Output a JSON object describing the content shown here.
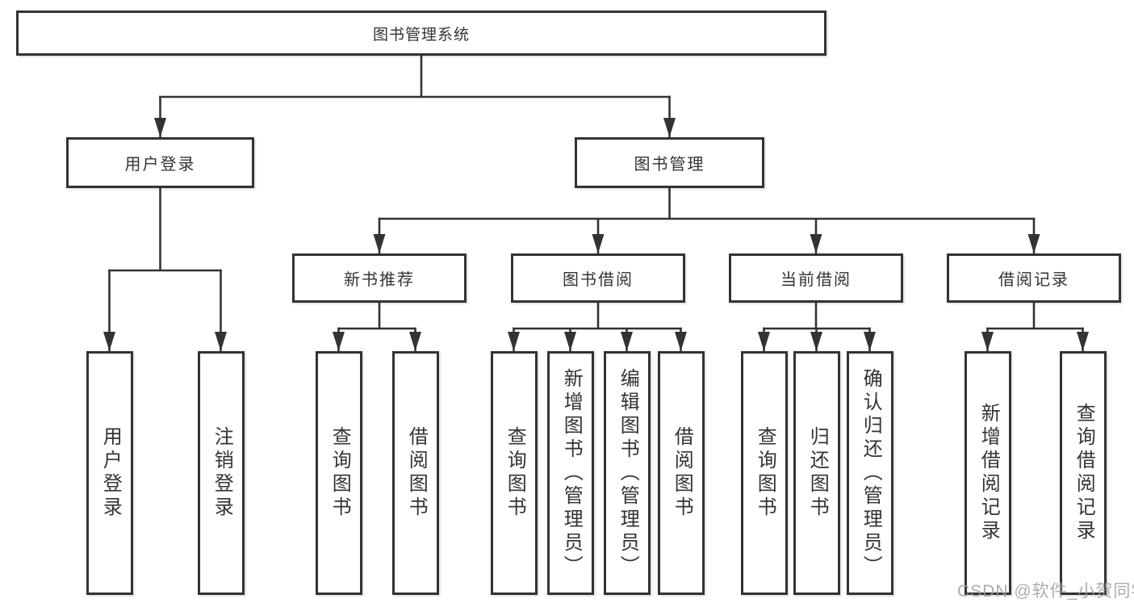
{
  "diagram_title": "图书管理系统",
  "watermark": "CSDN @软件_小贺同学",
  "colors": {
    "line": "#333333",
    "text": "#333333",
    "background": "#ffffff",
    "watermark": "#9e9e9e"
  },
  "nodes": {
    "root": {
      "label": "图书管理系统",
      "parent": null
    },
    "user_login": {
      "label": "用户登录",
      "parent": "root"
    },
    "book_mgmt": {
      "label": "图书管理",
      "parent": "root"
    },
    "leaf_user_login": {
      "label": "用户登录",
      "parent": "user_login"
    },
    "leaf_logout": {
      "label": "注销登录",
      "parent": "user_login"
    },
    "new_book_rec": {
      "label": "新书推荐",
      "parent": "book_mgmt"
    },
    "book_borrow": {
      "label": "图书借阅",
      "parent": "book_mgmt"
    },
    "current_borrow": {
      "label": "当前借阅",
      "parent": "book_mgmt"
    },
    "borrow_records": {
      "label": "借阅记录",
      "parent": "book_mgmt"
    },
    "nbr_query_book": {
      "label": "查询图书",
      "parent": "new_book_rec"
    },
    "nbr_borrow_book": {
      "label": "借阅图书",
      "parent": "new_book_rec"
    },
    "bb_query_book": {
      "label": "查询图书",
      "parent": "book_borrow"
    },
    "bb_add_book": {
      "label": "新增图书（管理员）",
      "parent": "book_borrow"
    },
    "bb_edit_book": {
      "label": "编辑图书（管理员）",
      "parent": "book_borrow"
    },
    "bb_borrow_book": {
      "label": "借阅图书",
      "parent": "book_borrow"
    },
    "cb_query_book": {
      "label": "查询图书",
      "parent": "current_borrow"
    },
    "cb_return_book": {
      "label": "归还图书",
      "parent": "current_borrow"
    },
    "cb_confirm_return": {
      "label": "确认归还（管理员）",
      "parent": "current_borrow"
    },
    "br_add_record": {
      "label": "新增借阅记录",
      "parent": "borrow_records"
    },
    "br_query_record": {
      "label": "查询借阅记录",
      "parent": "borrow_records"
    }
  }
}
